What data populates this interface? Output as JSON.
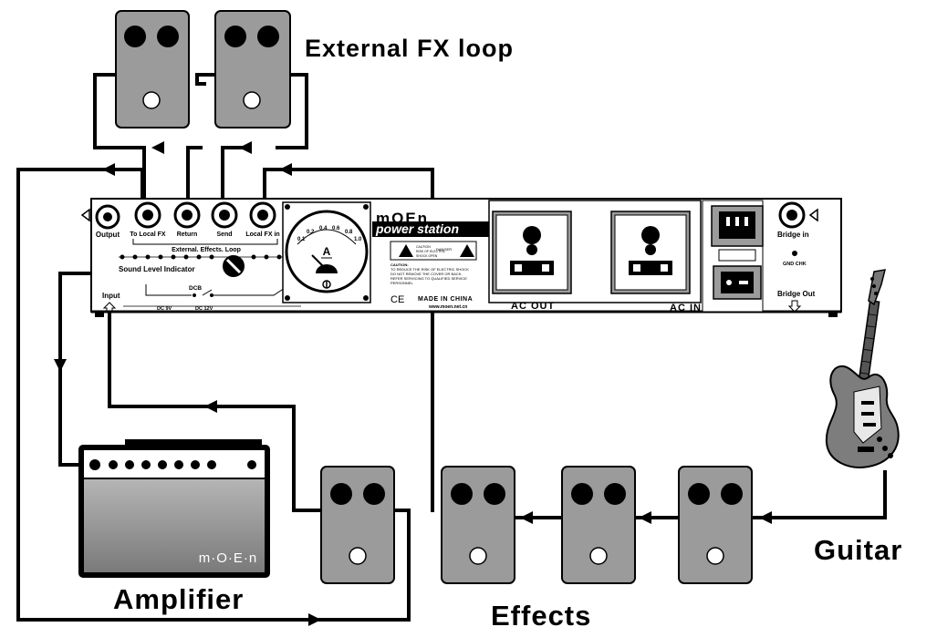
{
  "labels": {
    "external_fx_loop": "External FX loop",
    "amplifier": "Amplifier",
    "effects": "Effects",
    "guitar": "Guitar"
  },
  "panel": {
    "jacks": {
      "output": "Output",
      "to_local_fx": "To Local FX",
      "return": "Return",
      "send": "Send",
      "local_fx_in": "Local FX in",
      "bridge_in": "Bridge in",
      "bridge_out": "Bridge Out",
      "input": "Input"
    },
    "external_effects_loop": "External. Effects. Loop",
    "sound_level_indicator": "Sound Level Indicator",
    "dcb": "DCB",
    "dc9v": "DC 9V",
    "dc12v": "DC 12V",
    "brand": "mOEn",
    "product": "power station",
    "caution_title": "CAUTION:",
    "caution_body_1": "TO REDUCE THE RISK OF ELECTRIC SHOCK",
    "caution_body_2": "DO NOT REMOVE THE COVER OR BACK.",
    "caution_body_3": "REFER SERVICING TO QUALIFIED SERVICE",
    "caution_body_4": "PERSONNEL",
    "warn_small_1": "CAUTION",
    "warn_small_2": "RISK OF ELECTRIC",
    "warn_small_3": "SHOCK OPEN",
    "danger": "DANGER",
    "ce": "CE",
    "made_in": "MADE IN CHINA",
    "website": "www.moen.net.cn",
    "ac_out": "AC OUT",
    "ac_in": "AC IN",
    "gnd_chk": "GND CHK",
    "meter_unit": "A",
    "meter_ticks": [
      "0.1",
      "0.2",
      "0.4",
      "0.6",
      "0.8",
      "1.0"
    ]
  },
  "amplifier": {
    "logo": "m·O·E·n"
  },
  "colors": {
    "pedal": "#9b9b9b",
    "panel": "#ffffff",
    "amp_body": "#8f8f8f",
    "line": "#000000"
  }
}
